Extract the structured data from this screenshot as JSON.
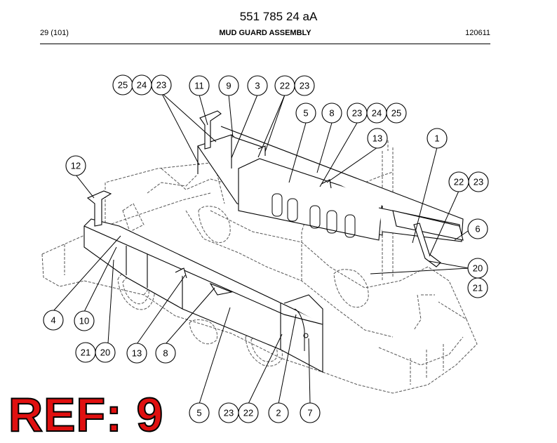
{
  "document": {
    "number": "551 785 24 aA",
    "page_ref": "29 (101)",
    "title": "MUD GUARD ASSEMBLY",
    "date": "120611"
  },
  "ref_label": "REF: 9",
  "callouts": [
    {
      "id": "c25a",
      "label": "25"
    },
    {
      "id": "c24a",
      "label": "24"
    },
    {
      "id": "c23a",
      "label": "23"
    },
    {
      "id": "c11",
      "label": "11"
    },
    {
      "id": "c9a",
      "label": "9"
    },
    {
      "id": "c3",
      "label": "3"
    },
    {
      "id": "c22a",
      "label": "22"
    },
    {
      "id": "c23b",
      "label": "23"
    },
    {
      "id": "c5a",
      "label": "5"
    },
    {
      "id": "c8a",
      "label": "8"
    },
    {
      "id": "c23c",
      "label": "23"
    },
    {
      "id": "c24b",
      "label": "24"
    },
    {
      "id": "c25b",
      "label": "25"
    },
    {
      "id": "c13a",
      "label": "13"
    },
    {
      "id": "c1",
      "label": "1"
    },
    {
      "id": "c12",
      "label": "12"
    },
    {
      "id": "c22b",
      "label": "22"
    },
    {
      "id": "c23d",
      "label": "23"
    },
    {
      "id": "c6",
      "label": "6"
    },
    {
      "id": "c20a",
      "label": "20"
    },
    {
      "id": "c21a",
      "label": "21"
    },
    {
      "id": "c4",
      "label": "4"
    },
    {
      "id": "c10",
      "label": "10"
    },
    {
      "id": "c21b",
      "label": "21"
    },
    {
      "id": "c20b",
      "label": "20"
    },
    {
      "id": "c13b",
      "label": "13"
    },
    {
      "id": "c8b",
      "label": "8"
    },
    {
      "id": "c5b",
      "label": "5"
    },
    {
      "id": "c23e",
      "label": "23"
    },
    {
      "id": "c22c",
      "label": "22"
    },
    {
      "id": "c2",
      "label": "2"
    },
    {
      "id": "c7",
      "label": "7"
    }
  ]
}
